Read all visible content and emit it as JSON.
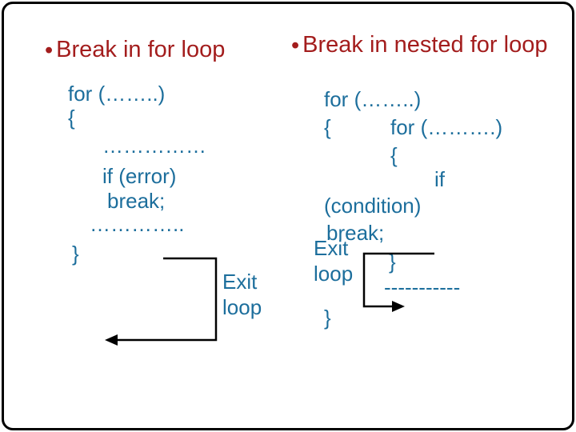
{
  "slide": {
    "colors": {
      "background": "#FFFFFF",
      "frame": "#000000",
      "title": "#A31D1D",
      "code": "#1C6E9C",
      "arrow": "#000000"
    },
    "left": {
      "bullet": "•",
      "title": "Break in for loop",
      "code": {
        "for_line": "for (……..)",
        "open_brace": "{",
        "dots1": "……………",
        "if_line": "if (error)",
        "break_line": "break;",
        "dots2": "…………..",
        "close_brace": "}"
      },
      "exit_label": {
        "line1": "Exit",
        "line2": "loop"
      }
    },
    "right": {
      "bullet": "•",
      "title": "Break in nested for loop",
      "code": {
        "outer_for": "for (……..)",
        "outer_open_brace": "{",
        "inner_for": "for (……….)",
        "inner_open_brace": "{",
        "if_keyword": "if",
        "condition": "(condition)",
        "break_line": "break;",
        "inner_close_brace": "}",
        "dashes": "-----------",
        "outer_close_brace": "}"
      },
      "exit_label": {
        "line1": "Exit",
        "line2": "loop"
      }
    }
  }
}
